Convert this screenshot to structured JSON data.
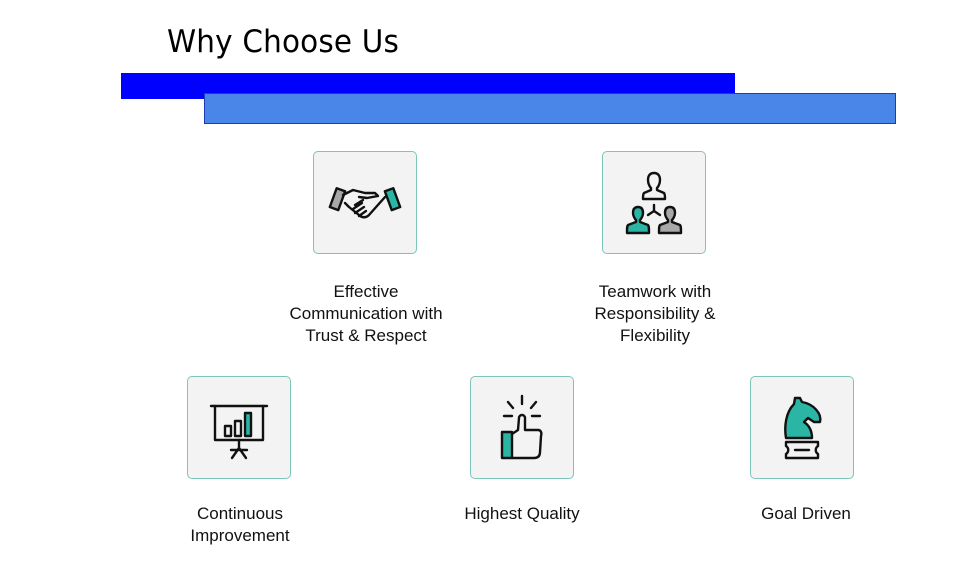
{
  "slide": {
    "title": "Why Choose Us",
    "colors": {
      "bar_primary": "#0000ff",
      "bar_secondary": "#4a86e8",
      "accent": "#2ab5a5",
      "card_border": "#7cc5b8"
    }
  },
  "features": [
    {
      "icon": "handshake-icon",
      "label": "Effective\nCommunication with\nTrust & Respect"
    },
    {
      "icon": "team-hierarchy-icon",
      "label": "Teamwork with\nResponsibility &\nFlexibility"
    },
    {
      "icon": "presentation-chart-icon",
      "label": "Continuous\nImprovement"
    },
    {
      "icon": "thumbs-up-icon",
      "label": "Highest Quality"
    },
    {
      "icon": "chess-knight-icon",
      "label": "Goal Driven"
    }
  ]
}
